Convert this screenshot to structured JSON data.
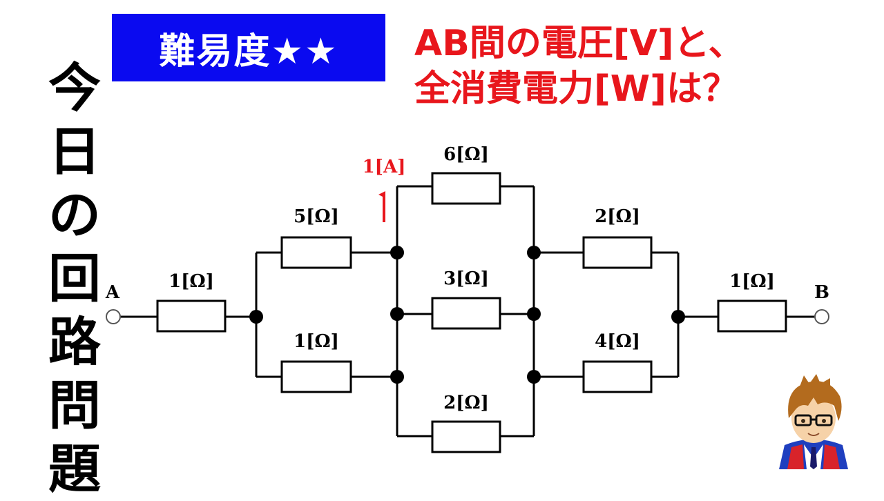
{
  "difficulty_badge": "難易度★★",
  "question": {
    "line1": "AB間の電圧[V]と、",
    "line2": "全消費電力[W]は？"
  },
  "side_title": [
    "今",
    "日",
    "の",
    "回",
    "路",
    "問",
    "題"
  ],
  "circuit": {
    "terminal_a": "A",
    "terminal_b": "B",
    "r_a": "1[Ω]",
    "r_top_left": "5[Ω]",
    "r_bottom_left": "1[Ω]",
    "r_middle_top": "6[Ω]",
    "r_middle_mid": "3[Ω]",
    "r_middle_bottom": "2[Ω]",
    "r_top_right": "2[Ω]",
    "r_bottom_right": "4[Ω]",
    "r_b": "1[Ω]",
    "current_label": "1[A]"
  },
  "colors": {
    "badge_bg": "#0a0af0",
    "question_red": "#e8161c",
    "wire": "#000000"
  }
}
